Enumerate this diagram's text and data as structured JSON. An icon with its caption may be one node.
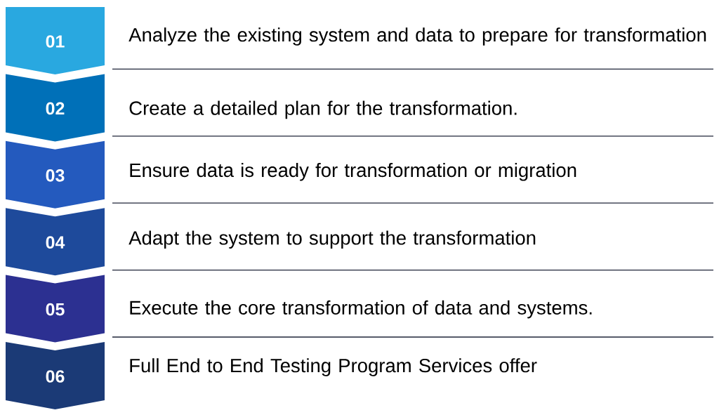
{
  "diagram": {
    "nodes": [
      {
        "text": [
          "01"
        ],
        "beside": [
          "Analyze the existing system and data to prepare for transformation"
        ]
      },
      {
        "text": [
          "02"
        ],
        "beside": [
          "Create a detailed plan for the transformation."
        ]
      },
      {
        "text": [
          "03"
        ],
        "beside": [
          "Ensure data is ready for transformation or migration"
        ]
      },
      {
        "text": [
          "04"
        ],
        "beside": [
          "Adapt the system to support the transformation"
        ]
      },
      {
        "text": [
          "05"
        ],
        "beside": [
          "Execute the core transformation of data and systems."
        ]
      },
      {
        "text": [
          "06"
        ],
        "beside": [
          "Full End to End Testing Program Services offer"
        ]
      }
    ]
  }
}
